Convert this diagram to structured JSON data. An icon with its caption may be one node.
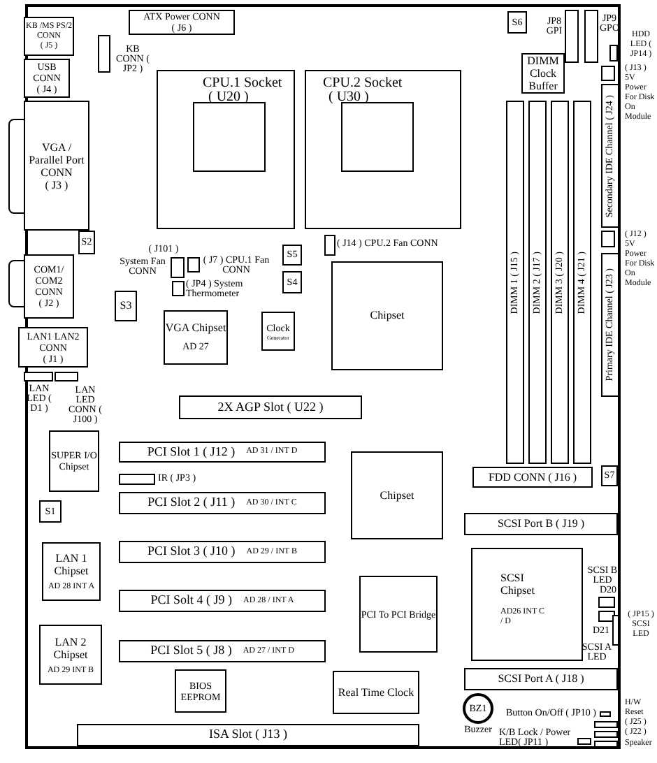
{
  "diagram": {
    "nodes": [
      {
        "text": [
          "ATX Power CONN",
          "( J6 )"
        ]
      },
      {
        "text": [
          "KB /MS PS/2 CONN",
          "( J5 )"
        ]
      },
      {
        "text": [],
        "shape": "box",
        "beside": [
          "KB CONN ( JP2 )"
        ]
      },
      {
        "text": [
          "USB CONN",
          "( J4 )"
        ]
      },
      {
        "text": [
          "VGA / Parallel Port CONN",
          "( J3 )"
        ]
      },
      {
        "text": [
          "S2"
        ]
      },
      {
        "text": [
          "COM1/ COM2 CONN",
          "( J2 )"
        ]
      },
      {
        "text": [
          "CPU.1 Socket",
          "( U20 )"
        ]
      },
      {
        "text": [
          "CPU.2 Socket",
          "( U30 )"
        ]
      },
      {
        "text": [
          "S6"
        ]
      },
      {
        "text": [],
        "shape": "box",
        "beside": [
          "JP8 GPI"
        ]
      },
      {
        "text": [],
        "shape": "box",
        "beside": [
          "JP9 GPO"
        ]
      },
      {
        "text": [],
        "shape": "box",
        "beside": [
          "HDD LED ( JP14 )"
        ]
      },
      {
        "text": [
          "DIMM Clock Buffer"
        ]
      },
      {
        "text": [],
        "shape": "box",
        "beside": [
          "( J13 ) 5V Power For Disk On Module"
        ]
      },
      {
        "text": [
          "Secondary IDE Channel ( J24 )"
        ]
      },
      {
        "text": [],
        "shape": "box",
        "beside": [
          "( J12 ) 5V Power For Disk On Module"
        ]
      },
      {
        "text": [
          "Primary IDE Channel ( J23 )"
        ]
      },
      {
        "text": [
          "DIMM 1 ( J15 )"
        ]
      },
      {
        "text": [
          "DIMM 2 ( J17 )"
        ]
      },
      {
        "text": [
          "DIMM 3 ( J20 )"
        ]
      },
      {
        "text": [
          "DIMM 4 ( J21 )"
        ]
      },
      {
        "text": [
          "S5"
        ]
      },
      {
        "text": [
          "S4"
        ]
      },
      {
        "text": [],
        "shape": "box",
        "beside": [
          "( J14 ) CPU.2 Fan CONN"
        ]
      },
      {
        "text": [],
        "shape": "box",
        "beside": [
          "( J101 )",
          "System Fan CONN"
        ]
      },
      {
        "text": [],
        "shape": "box",
        "beside": [
          "( J7 ) CPU.1 Fan CONN"
        ]
      },
      {
        "text": [],
        "shape": "box",
        "beside": [
          "( JP4 ) System Thermometer"
        ]
      },
      {
        "text": [
          "S3"
        ]
      },
      {
        "text": [
          "VGA Chipset",
          "AD 27"
        ]
      },
      {
        "text": [
          "Clock",
          "Generator"
        ]
      },
      {
        "text": [
          "Chipset"
        ]
      },
      {
        "text": [
          "LAN1 LAN2 CONN",
          "( J1 )"
        ]
      },
      {
        "text": [],
        "shape": "box",
        "beside": [
          "LAN LED ( D1 )"
        ]
      },
      {
        "text": [],
        "shape": "box",
        "beside": [
          "LAN LED CONN ( J100 )"
        ]
      },
      {
        "text": [
          "2X AGP Slot ( U22 )"
        ]
      },
      {
        "text": [
          "PCI Slot 1 ( J12 )",
          "AD 31 / INT D"
        ]
      },
      {
        "text": [
          "SUPER I/O Chipset"
        ]
      },
      {
        "text": [],
        "shape": "box",
        "beside": [
          "IR ( JP3 )"
        ]
      },
      {
        "text": [
          "PCI Slot 2 ( J11 )",
          "AD 30 / INT C"
        ]
      },
      {
        "text": [
          "S1"
        ]
      },
      {
        "text": [
          "Chipset"
        ]
      },
      {
        "text": [
          "FDD CONN ( J16 )"
        ]
      },
      {
        "text": [
          "S7"
        ]
      },
      {
        "text": [
          "SCSI Port B ( J19 )"
        ]
      },
      {
        "text": [
          "LAN 1 Chipset",
          "AD 28 INT A"
        ]
      },
      {
        "text": [
          "PCI Slot 3 ( J10 )",
          "AD 29 / INT B"
        ]
      },
      {
        "text": [
          "PCI Solt 4 ( J9 )",
          "AD 28 / INT A"
        ]
      },
      {
        "text": [
          "PCI Slot 5 ( J8 )",
          "AD 27 / INT D"
        ]
      },
      {
        "text": [
          "LAN 2 Chipset",
          "AD 29 INT B"
        ]
      },
      {
        "text": [
          "SCSI Chipset",
          "AD26 INT C / D"
        ]
      },
      {
        "text": [
          "PCI To PCI Bridge"
        ]
      },
      {
        "text": [],
        "shape": "box",
        "beside": [
          "SCSI B LED",
          "D20"
        ]
      },
      {
        "text": [],
        "shape": "box",
        "beside": [
          "D21"
        ]
      },
      {
        "text": [],
        "shape": "box",
        "beside": [
          "( JP15 ) SCSI LED"
        ]
      },
      {
        "text": [
          "SCSI Port A ( J18 )"
        ]
      },
      {
        "text": [
          "BIOS EEPROM"
        ]
      },
      {
        "text": [
          "Real Time Clock"
        ]
      },
      {
        "text": [
          "BZ1"
        ],
        "beside": [
          "Buzzer"
        ]
      },
      {
        "text": [
          "ISA Slot ( J13 )"
        ]
      },
      {
        "text": [],
        "shape": "box",
        "beside": [
          "Button On/Off ( JP10 )"
        ]
      },
      {
        "text": [],
        "shape": "box",
        "beside": [
          "K/B Lock / Power LED( JP11 )"
        ]
      },
      {
        "text": [],
        "shape": "box",
        "beside": [
          "H/W Reset",
          "( J25 )"
        ]
      },
      {
        "text": [],
        "shape": "box",
        "beside": [
          "( J22 )"
        ]
      },
      {
        "text": [],
        "shape": "box",
        "beside": [
          "Speaker"
        ]
      }
    ],
    "labels": [
      "SCSI A LED"
    ]
  }
}
